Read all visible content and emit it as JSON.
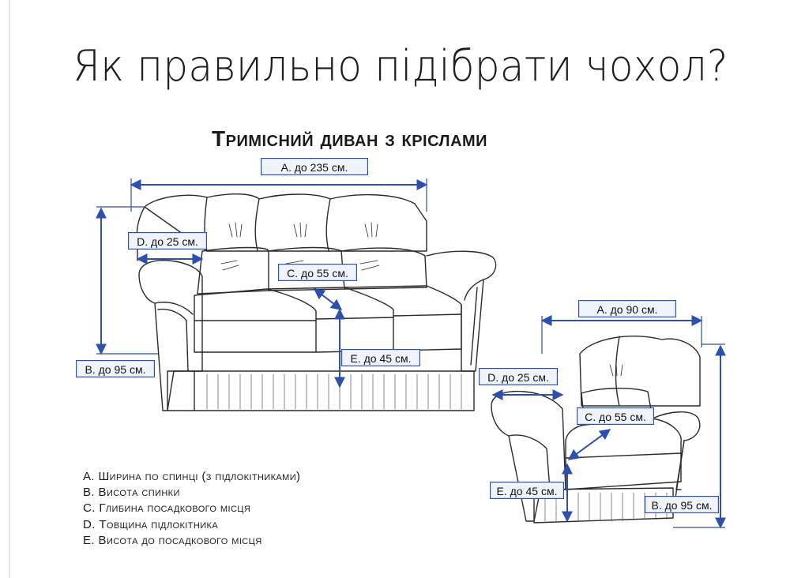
{
  "page": {
    "title": "Як правильно підібрати чохол?",
    "subtitle": "Тримісний диван з кріслами"
  },
  "sofa": {
    "width_label": "А. до 235 см.",
    "armrest_label": "D. до 25 см.",
    "depth_label": "С. до 55 см.",
    "seat_height_label": "Е. до 45 см.",
    "back_height_label": "В. до 95 см."
  },
  "armchair": {
    "width_label": "А. до 90 см.",
    "armrest_label": "D. до 25 см.",
    "depth_label": "С. до 55 см.",
    "seat_height_label": "Е. до 45 см.",
    "back_height_label": "В. до 95 см."
  },
  "legend": [
    "А. Ширина по спинці (з підлокітниками)",
    "В. Висота спинки",
    "С. Глибина посадкового місця",
    "D. Товщина підлокітника",
    "Е. Висота до посадкового місця"
  ],
  "colors": {
    "dimension_line": "#2c4fb0",
    "outline": "#2a2a2a",
    "label_fill": "#f1f4fd"
  }
}
